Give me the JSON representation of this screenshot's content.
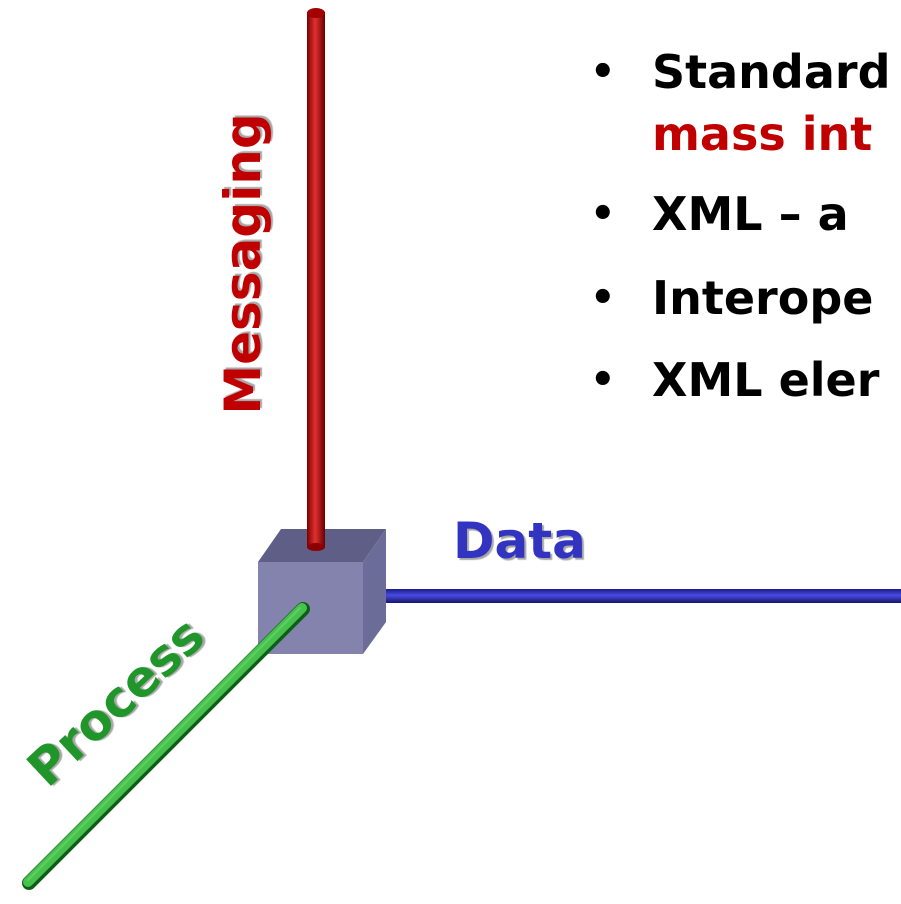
{
  "axes": {
    "messaging": {
      "label": "Messaging",
      "color": "#c00000"
    },
    "data": {
      "label": "Data",
      "color": "#2a2ab8"
    },
    "process": {
      "label": "Process",
      "color": "#229a2c"
    }
  },
  "cube": {
    "color": "#7d7da8"
  },
  "bullets": [
    {
      "text": "Standard",
      "continuation": "mass int"
    },
    {
      "text": "XML – a"
    },
    {
      "text": "Interope"
    },
    {
      "text": "XML eler"
    }
  ],
  "bullet_char": "•"
}
